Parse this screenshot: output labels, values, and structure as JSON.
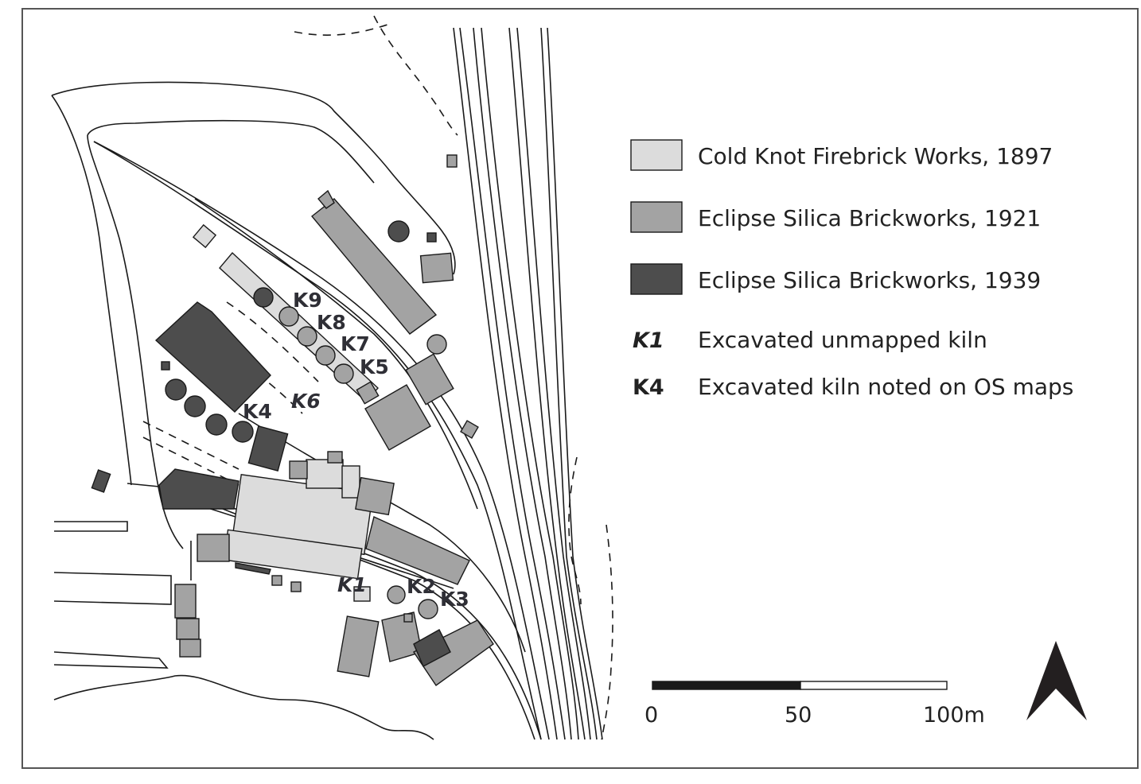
{
  "legend": {
    "items": [
      {
        "label": "Cold Knot Firebrick Works, 1897",
        "color": "#dcdcdc"
      },
      {
        "label": "Eclipse Silica Brickworks, 1921",
        "color": "#a3a3a3"
      },
      {
        "label": "Eclipse Silica Brickworks, 1939",
        "color": "#4d4d4d"
      }
    ],
    "keys": [
      {
        "key": "K1",
        "label": "Excavated unmapped kiln",
        "style": "italic"
      },
      {
        "key": "K4",
        "label": "Excavated kiln noted on OS maps",
        "style": "bold"
      }
    ]
  },
  "kilns": {
    "K1": "K1",
    "K2": "K2",
    "K3": "K3",
    "K4": "K4",
    "K5": "K5",
    "K6": "K6",
    "K7": "K7",
    "K8": "K8",
    "K9": "K9"
  },
  "scale": {
    "ticks": [
      "0",
      "50",
      "100m"
    ]
  },
  "north_arrow": {
    "icon": "north-arrow-icon"
  },
  "colors": {
    "light": "#dcdcdc",
    "mid": "#a3a3a3",
    "dark": "#4d4d4d",
    "line": "#1a1a1a"
  }
}
